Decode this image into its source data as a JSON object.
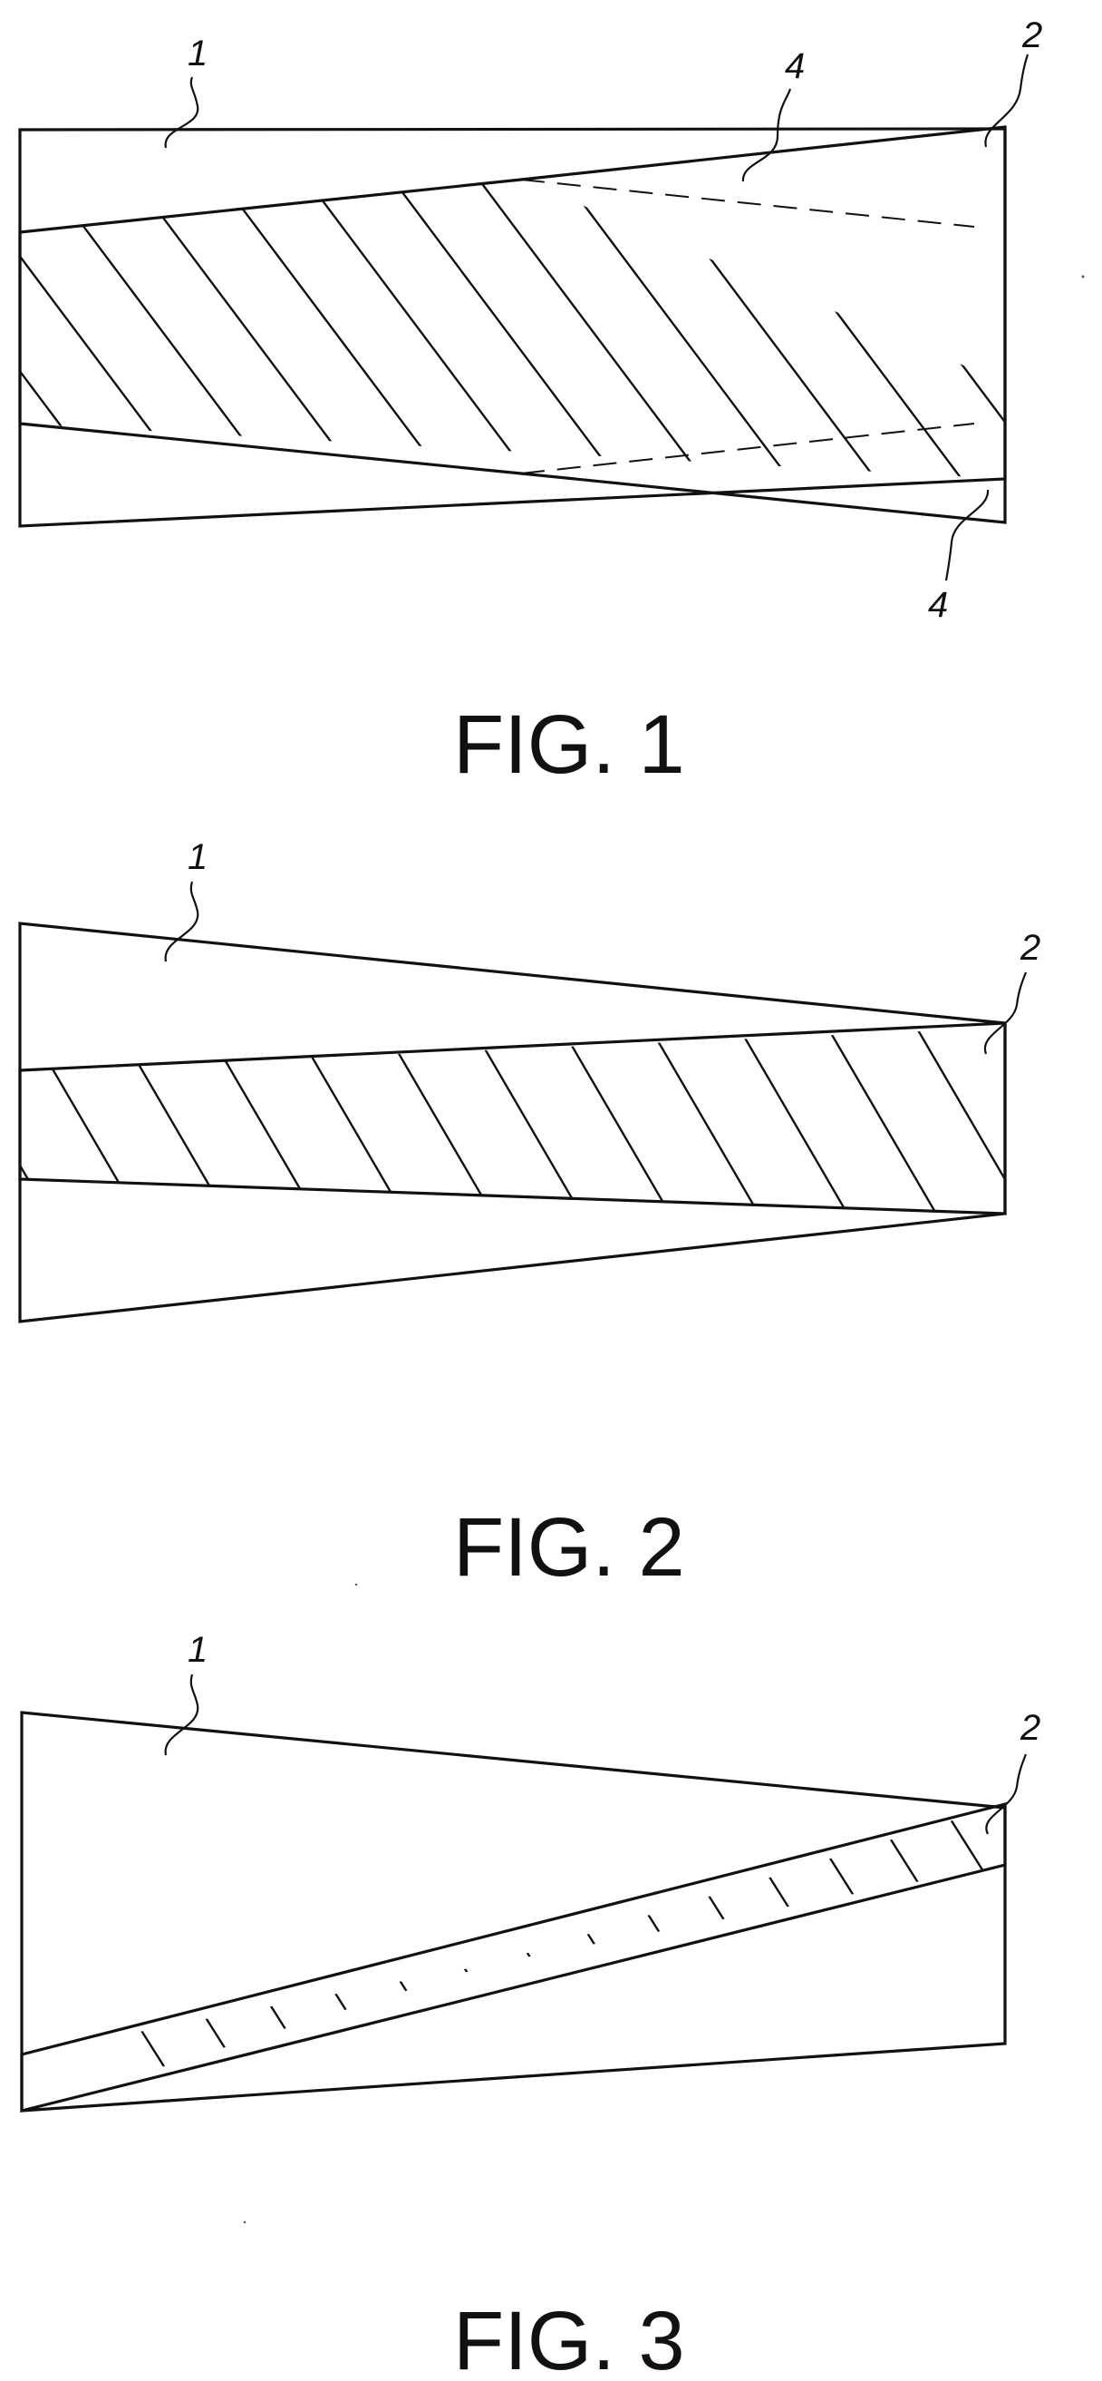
{
  "figures": [
    {
      "caption": "FIG. 1",
      "labels": {
        "top_left": "1",
        "top_right": "2",
        "top_middle": "4",
        "bottom_right": "4"
      }
    },
    {
      "caption": "FIG. 2",
      "labels": {
        "top_left": "1",
        "top_right": "2"
      }
    },
    {
      "caption": "FIG. 3",
      "labels": {
        "top_left": "1",
        "top_right": "2"
      }
    }
  ],
  "colors": {
    "line": "#111111",
    "background": "#ffffff"
  }
}
